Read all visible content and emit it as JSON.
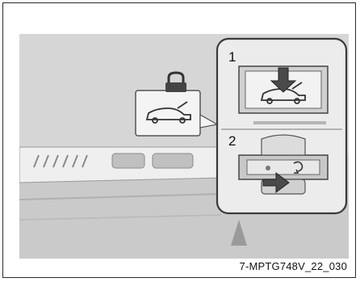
{
  "figure": {
    "caption": "7-MPTG748V_22_030",
    "callouts": [
      {
        "number": "1"
      },
      {
        "number": "2"
      }
    ],
    "icons": [
      "car-hatch-open-icon",
      "press-down-arrow-icon",
      "lock-icon",
      "push-right-arrow-icon",
      "unlock-symbol-icon"
    ],
    "colors": {
      "background": "#d6d6d6",
      "callout_panel": "#ececec",
      "arrow_fill": "#4a4a4a",
      "outline": "#3a3a3a"
    }
  }
}
